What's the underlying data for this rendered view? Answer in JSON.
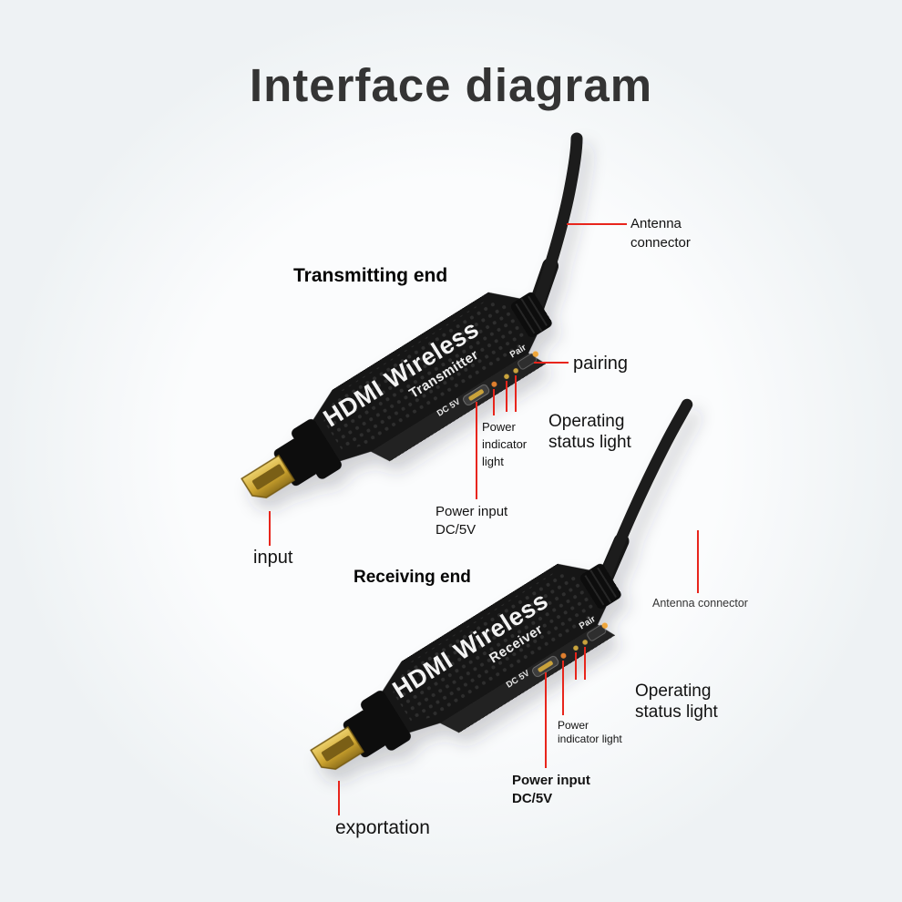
{
  "title": "Interface diagram",
  "colors": {
    "background": "#eef2f4",
    "callout_red": "#e8251c",
    "device_body": "#161616",
    "connector_gold": "#c9a23a",
    "led_orange": "#efa63a"
  },
  "transmitter": {
    "section_label": "Transmitting end",
    "device": {
      "brand": "HDMI Wireless",
      "role": "Transmitter",
      "dc_port_label": "DC 5V",
      "pair_button_label": "Pair"
    },
    "callouts": {
      "antenna_line1": "Antenna",
      "antenna_line2": "connector",
      "pairing": "pairing",
      "status_line1": "Operating",
      "status_line2": "status light",
      "power_indicator_line1": "Power",
      "power_indicator_line2": "indicator",
      "power_indicator_line3": "light",
      "power_input_line1": "Power input",
      "power_input_line2": "DC/5V",
      "input": "input"
    }
  },
  "receiver": {
    "section_label": "Receiving end",
    "device": {
      "brand": "HDMI Wireless",
      "role": "Receiver",
      "dc_port_label": "DC 5V",
      "pair_button_label": "Pair"
    },
    "callouts": {
      "antenna": "Antenna connector",
      "status_line1": "Operating",
      "status_line2": "status light",
      "power_indicator_line1": "Power",
      "power_indicator_line2": "indicator light",
      "power_input_line1": "Power input",
      "power_input_line2": "DC/5V",
      "output": "exportation"
    }
  }
}
